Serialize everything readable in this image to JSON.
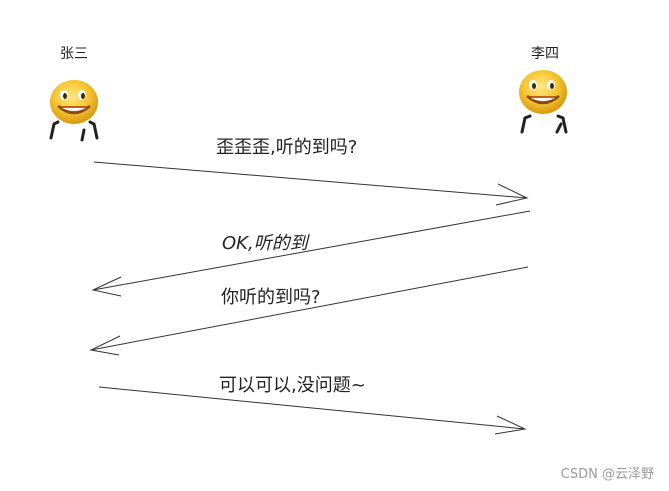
{
  "participants": {
    "left": {
      "name": "张三",
      "avatar_icon": "smiley-emoji-icon"
    },
    "right": {
      "name": "李四",
      "avatar_icon": "smiley-emoji-icon"
    }
  },
  "messages": [
    {
      "text": "歪歪歪,听的到吗?",
      "from": "张三",
      "to": "李四"
    },
    {
      "text": "OK,听的到",
      "from": "李四",
      "to": "张三"
    },
    {
      "text": "你听的到吗?",
      "from": "李四",
      "to": "张三"
    },
    {
      "text": "可以可以,没问题~",
      "from": "张三",
      "to": "李四"
    }
  ],
  "watermark": "CSDN @云泽野",
  "colors": {
    "line": "#333333",
    "text": "#222222",
    "emoji_face": "#f6c530",
    "emoji_shadow": "#d89a12",
    "watermark": "#9a9a9a"
  }
}
